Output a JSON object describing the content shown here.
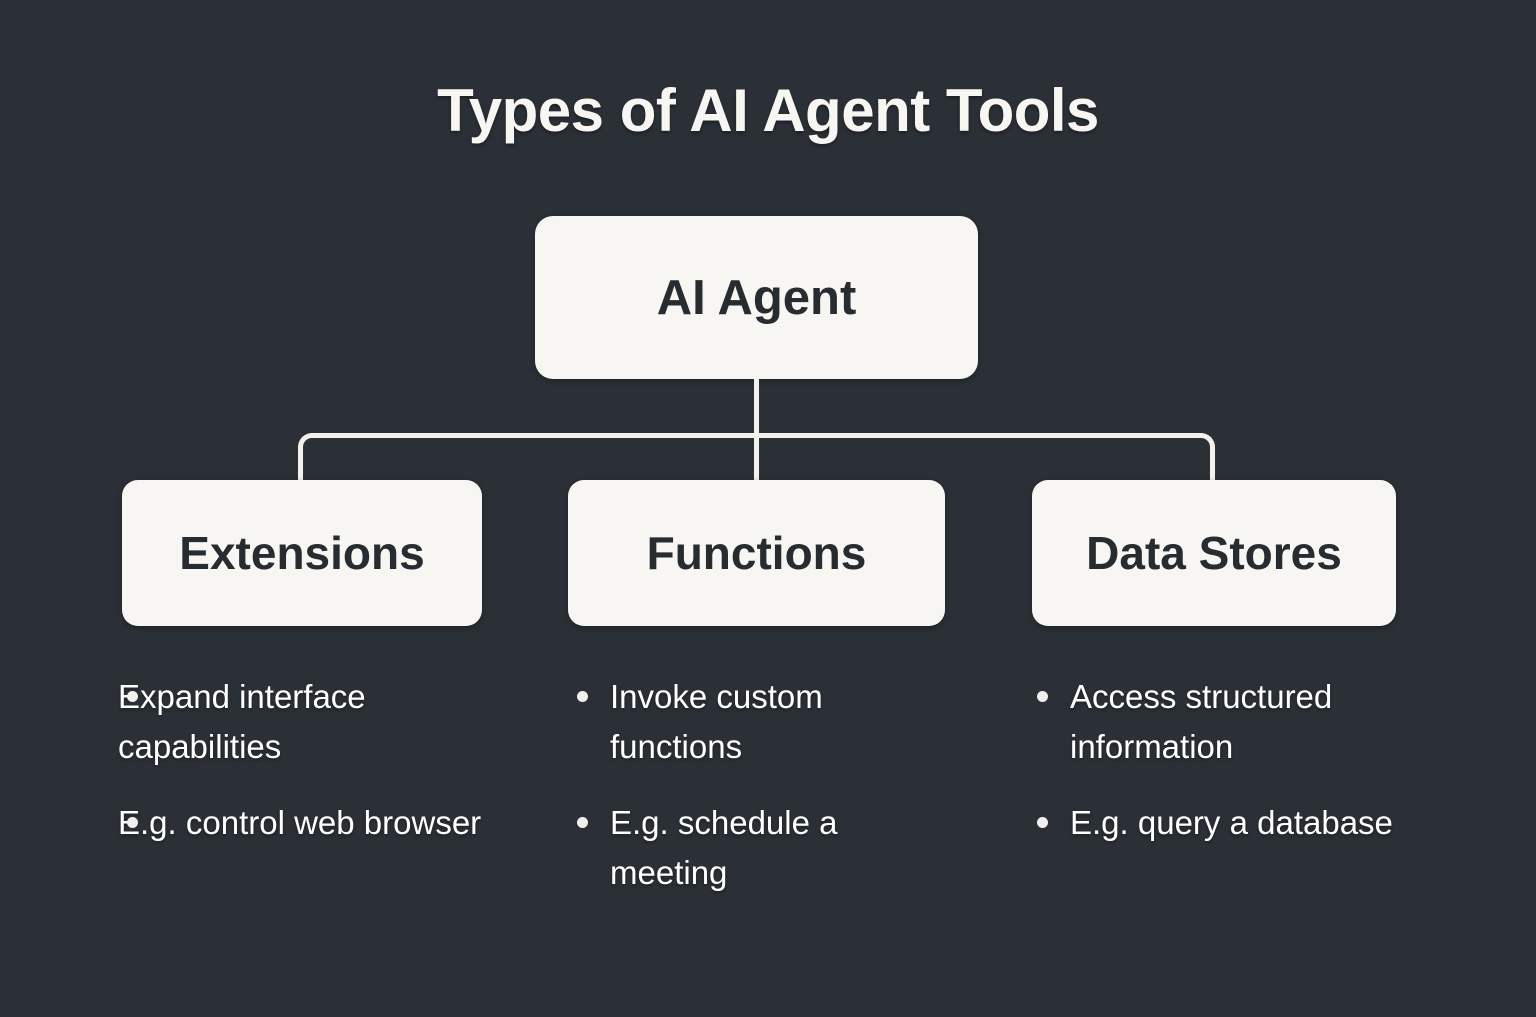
{
  "page": {
    "title": "Types of AI Agent Tools",
    "background_color": "#2b3036",
    "card_color": "#f7f6f3",
    "card_text_color": "#272c31",
    "body_text_color": "#ffffff",
    "connector_color": "#f3f1ec"
  },
  "diagram": {
    "type": "hierarchy",
    "root": {
      "label": "AI Agent"
    },
    "children": [
      {
        "label": "Extensions",
        "bullets": [
          "Expand interface capabilities",
          "E.g. control web browser"
        ]
      },
      {
        "label": "Functions",
        "bullets": [
          "Invoke custom functions",
          "E.g. schedule a meeting"
        ]
      },
      {
        "label": "Data Stores",
        "bullets": [
          "Access structured information",
          "E.g. query a database"
        ]
      }
    ]
  }
}
